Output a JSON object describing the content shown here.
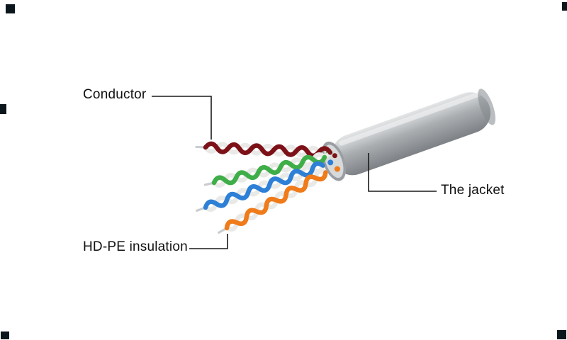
{
  "labels": {
    "conductor": "Conductor",
    "jacket": "The jacket",
    "hdpe": "HD-PE insulation"
  },
  "colors": {
    "background": "#ffffff",
    "pointer_line": "#1a1a1a",
    "pair_brown": "#7d1118",
    "pair_green": "#3fae49",
    "pair_blue": "#2e7fd6",
    "pair_orange": "#ef7b1a",
    "strand_white": "#e9eae7",
    "conductor_tip": "#c9cdd0",
    "jacket_gray": "#a7abae"
  },
  "diagram": {
    "type": "utp-cable-cutaway",
    "parts": [
      "Conductor",
      "HD-PE insulation",
      "The jacket"
    ]
  }
}
